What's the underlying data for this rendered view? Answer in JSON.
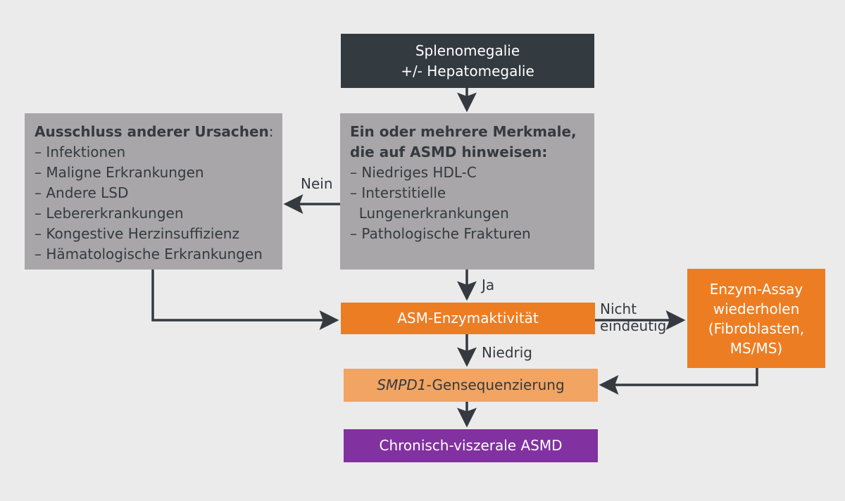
{
  "colors": {
    "background": "#ebebeb",
    "dark_box": "#333a40",
    "grey_box": "#a8a6a8",
    "orange_box": "#ed7d23",
    "light_orange_box": "#f2a462",
    "purple_box": "#8231a0",
    "arrow": "#343a40"
  },
  "nodes": {
    "splenomegalie": {
      "line1": "Splenomegalie",
      "line2": "+/- Hepatomegalie"
    },
    "exclusion": {
      "heading": "Ausschluss anderer Ursachen",
      "heading_colon": ":",
      "items": [
        "– Infektionen",
        "– Maligne Erkrankungen",
        "– Andere LSD",
        "– Lebererkrankungen",
        "– Kongestive Herzinsuffizienz",
        "– Hämatologische Erkrankungen"
      ]
    },
    "features": {
      "heading_line1": "Ein oder mehrere Merkmale,",
      "heading_line2": "die auf ASMD hinweisen:",
      "items": [
        "– Niedriges HDL-C",
        "– Interstitielle",
        "  Lungenerkrankungen",
        "– Pathologische Frakturen"
      ]
    },
    "asm": {
      "label": "ASM-Enzymaktivität"
    },
    "repeat": {
      "lines": [
        "Enzym-Assay",
        "wiederholen",
        "(Fibroblasten,",
        "MS/MS)"
      ]
    },
    "smpd1": {
      "gene": "SMPD1",
      "suffix": "-Gensequenzierung"
    },
    "result": {
      "label": "Chronisch-viszerale ASMD"
    }
  },
  "edge_labels": {
    "nein": "Nein",
    "ja": "Ja",
    "niedrig": "Niedrig",
    "nicht_line1": "Nicht",
    "nicht_line2": "eindeutig"
  }
}
